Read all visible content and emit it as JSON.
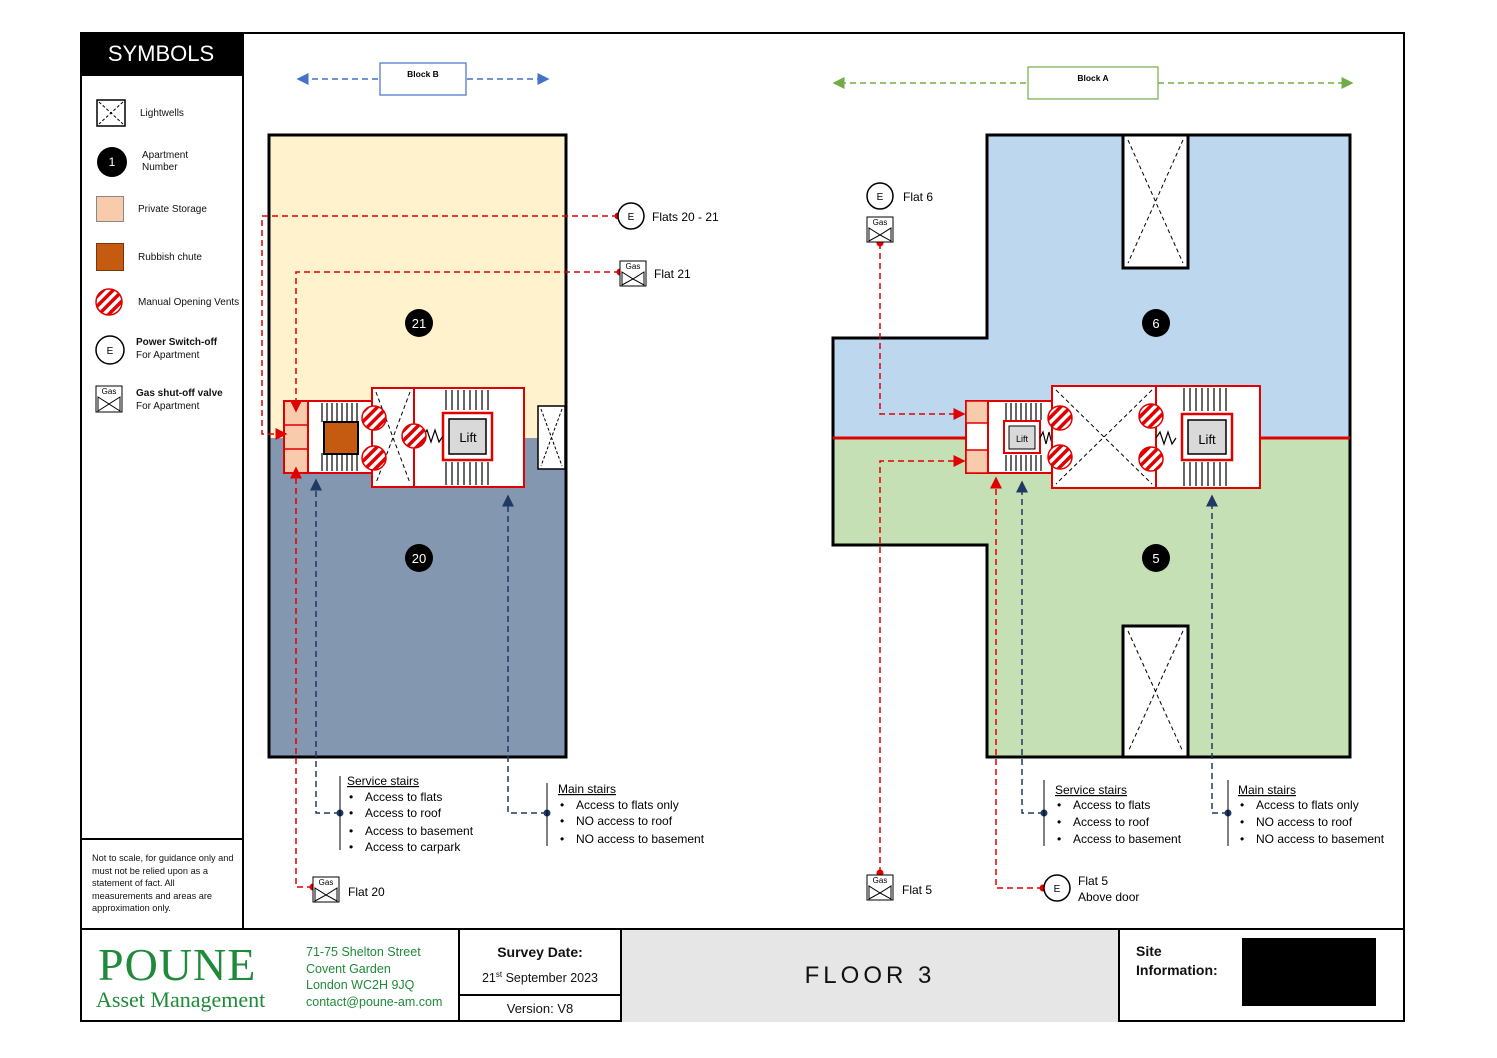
{
  "legend": {
    "title": "SYMBOLS",
    "items": [
      {
        "label": "Lightwells"
      },
      {
        "label": "Apartment Number",
        "icon_text": "1"
      },
      {
        "label": "Private Storage",
        "color": "#f8cbad"
      },
      {
        "label": "Rubbish chute",
        "color": "#c55a11"
      },
      {
        "label": "Manual Opening Vents"
      },
      {
        "label_bold": "Power Switch-off",
        "label": "For Apartment",
        "icon_text": "E"
      },
      {
        "label_bold": "Gas shut-off valve",
        "label": "For Apartment",
        "icon_text": "Gas"
      }
    ],
    "note": "Not to scale, for guidance only and must not be relied upon as a statement of fact. All measurements and areas are approximation only."
  },
  "blocks": {
    "block_b": {
      "label": "Block B",
      "color": "#4472c4"
    },
    "block_a": {
      "label": "Block A",
      "color": "#70ad47"
    }
  },
  "apartments": {
    "a21": {
      "number": "21",
      "color": "#fff2cc"
    },
    "a20": {
      "number": "20",
      "color": "#8497b0"
    },
    "a6": {
      "number": "6",
      "color": "#bdd7ee"
    },
    "a5": {
      "number": "5",
      "color": "#c5e0b4"
    }
  },
  "labels": {
    "lift": "Lift",
    "e": "E",
    "gas": "Gas",
    "flats_20_21": "Flats 20 - 21",
    "flat_21": "Flat 21",
    "flat_20": "Flat 20",
    "flat_6": "Flat 6",
    "flat_5_gas": "Flat 5",
    "flat_5_e": "Flat 5",
    "above_door": "Above door"
  },
  "stairs": {
    "b_service": {
      "title": "Service stairs",
      "items": [
        "Access to flats",
        "Access to roof",
        "Access to basement",
        "Access to carpark"
      ]
    },
    "b_main": {
      "title": "Main stairs",
      "items": [
        "Access to flats only",
        "NO access to roof",
        "NO access to basement"
      ]
    },
    "a_service": {
      "title": "Service stairs",
      "items": [
        "Access to flats",
        "Access to roof",
        "Access to basement"
      ]
    },
    "a_main": {
      "title": "Main stairs",
      "items": [
        "Access to flats only",
        "NO access to roof",
        "NO access to basement"
      ]
    }
  },
  "colors": {
    "red": "#e00000",
    "navy": "#1f3864",
    "storage": "#f8cbad",
    "chute": "#c55a11"
  },
  "footer": {
    "logo": "POUNE",
    "logo_sub": "Asset Management",
    "address": [
      "71-75 Shelton Street",
      "Covent Garden",
      "London WC2H 9JQ",
      "contact@poune-am.com"
    ],
    "survey_title": "Survey Date:",
    "survey_day": "21",
    "survey_sup": "st",
    "survey_rest": " September 2023",
    "version": "Version:  V8",
    "floor": "FLOOR  3",
    "site_label_1": "Site",
    "site_label_2": "Information:"
  }
}
